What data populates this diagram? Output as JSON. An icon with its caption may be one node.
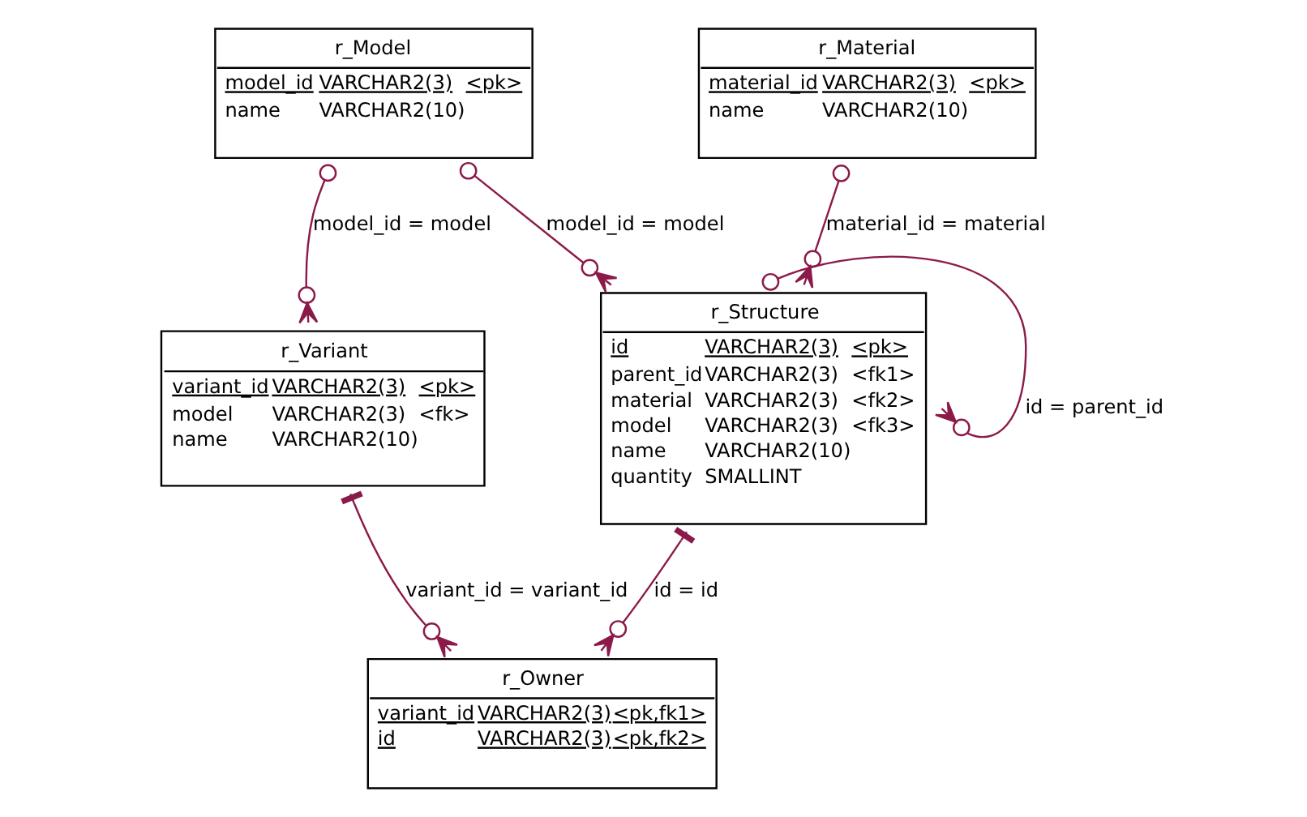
{
  "diagram": {
    "nodes": [
      {
        "text": [
          "r_Model",
          "model_id",
          "VARCHAR2(3)",
          "<pk>",
          "name",
          "VARCHAR2(10)"
        ]
      },
      {
        "text": [
          "r_Material",
          "material_id",
          "VARCHAR2(3)",
          "<pk>",
          "name",
          "VARCHAR2(10)"
        ]
      },
      {
        "text": [
          "r_Structure",
          "id",
          "VARCHAR2(3)",
          "<pk>",
          "parent_id",
          "VARCHAR2(3)",
          "<fk1>",
          "material",
          "VARCHAR2(3)",
          "<fk2>",
          "model",
          "VARCHAR2(3)",
          "<fk3>",
          "name",
          "VARCHAR2(10)",
          "quantity",
          "SMALLINT"
        ]
      },
      {
        "text": [
          "r_Variant",
          "variant_id",
          "VARCHAR2(3)",
          "<pk>",
          "model",
          "VARCHAR2(3)",
          "<fk>",
          "name",
          "VARCHAR2(10)"
        ]
      },
      {
        "text": [
          "r_Owner",
          "variant_id",
          "VARCHAR2(3)",
          "<pk,fk1>",
          "id",
          "VARCHAR2(3)",
          "<pk,fk2>"
        ]
      }
    ],
    "edges": [
      {
        "from": 0,
        "to": 3,
        "arrow": "other",
        "label": "model_id = model"
      },
      {
        "from": 0,
        "to": 2,
        "arrow": "other",
        "label": "model_id = model"
      },
      {
        "from": 1,
        "to": 2,
        "arrow": "other",
        "label": "material_id = material"
      },
      {
        "from": 2,
        "to": 2,
        "arrow": "other",
        "label": "id = parent_id"
      },
      {
        "from": 3,
        "to": 4,
        "arrow": "other",
        "label": "variant_id = variant_id"
      },
      {
        "from": 2,
        "to": 4,
        "arrow": "other",
        "label": "id = id"
      }
    ]
  }
}
